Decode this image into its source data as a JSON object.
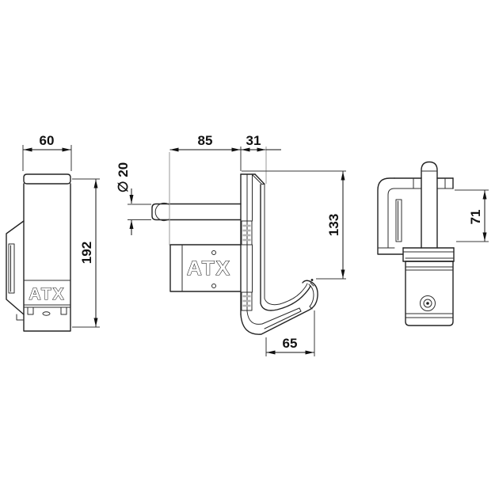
{
  "drawing": {
    "brand": "ATX",
    "dims": {
      "width": "60",
      "height": "192",
      "pin_diameter": "∅ 20",
      "pin_length": "85",
      "depth": "31",
      "hook_height": "133",
      "hook_length": "65",
      "opening": "71"
    },
    "logos": {
      "side": "ATX",
      "front": "ATX"
    }
  }
}
